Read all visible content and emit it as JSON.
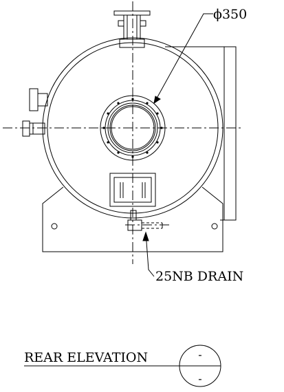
{
  "annotations": {
    "diameter_label": "ϕ350",
    "drain_label": "25NB DRAIN"
  },
  "title": {
    "text": "REAR ELEVATION",
    "symbol_top": "-",
    "symbol_bottom": "-"
  }
}
